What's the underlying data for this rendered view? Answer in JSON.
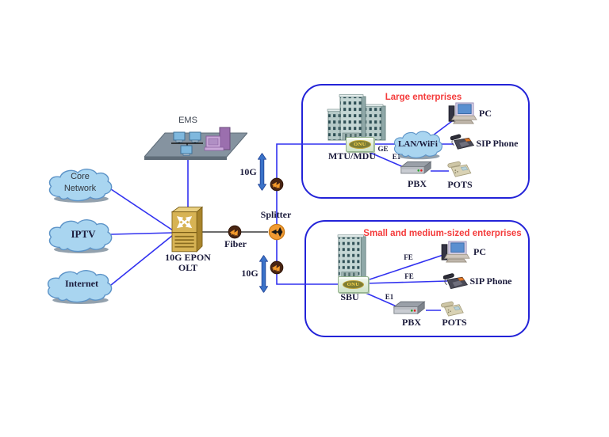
{
  "clouds": {
    "core_line1": "Core",
    "core_line2": "Network",
    "iptv": "IPTV",
    "internet": "Internet",
    "lan_wifi": "LAN/WiFi"
  },
  "ems": {
    "label": "EMS"
  },
  "olt": {
    "line1": "10G EPON",
    "line2": "OLT"
  },
  "pon": {
    "fiber": "Fiber",
    "splitter": "Splitter",
    "rate_upper": "10G",
    "rate_lower": "10G"
  },
  "large_enterprise": {
    "title": "Large enterprises",
    "unit": "MTU/MDU",
    "onu": "ONU",
    "ge": "GE",
    "e1": "E1",
    "pc": "PC",
    "sip": "SIP Phone",
    "pbx": "PBX",
    "pots": "POTS"
  },
  "sme": {
    "title": "Small and medium-sized enterprises",
    "unit": "SBU",
    "onu": "ONU",
    "fe_pc": "FE",
    "fe_sip": "FE",
    "e1": "E1",
    "pc": "PC",
    "sip": "SIP Phone",
    "pbx": "PBX",
    "pots": "POTS"
  },
  "colors": {
    "line_blue": "#3232f0",
    "box_border": "#2323d8",
    "title_red": "#f43b3b",
    "cloud_fill": "#a9d5f0",
    "olt_gold": "#d7b354",
    "splitter_orange": "#f09a32",
    "fiber_brown": "#4a2512"
  }
}
